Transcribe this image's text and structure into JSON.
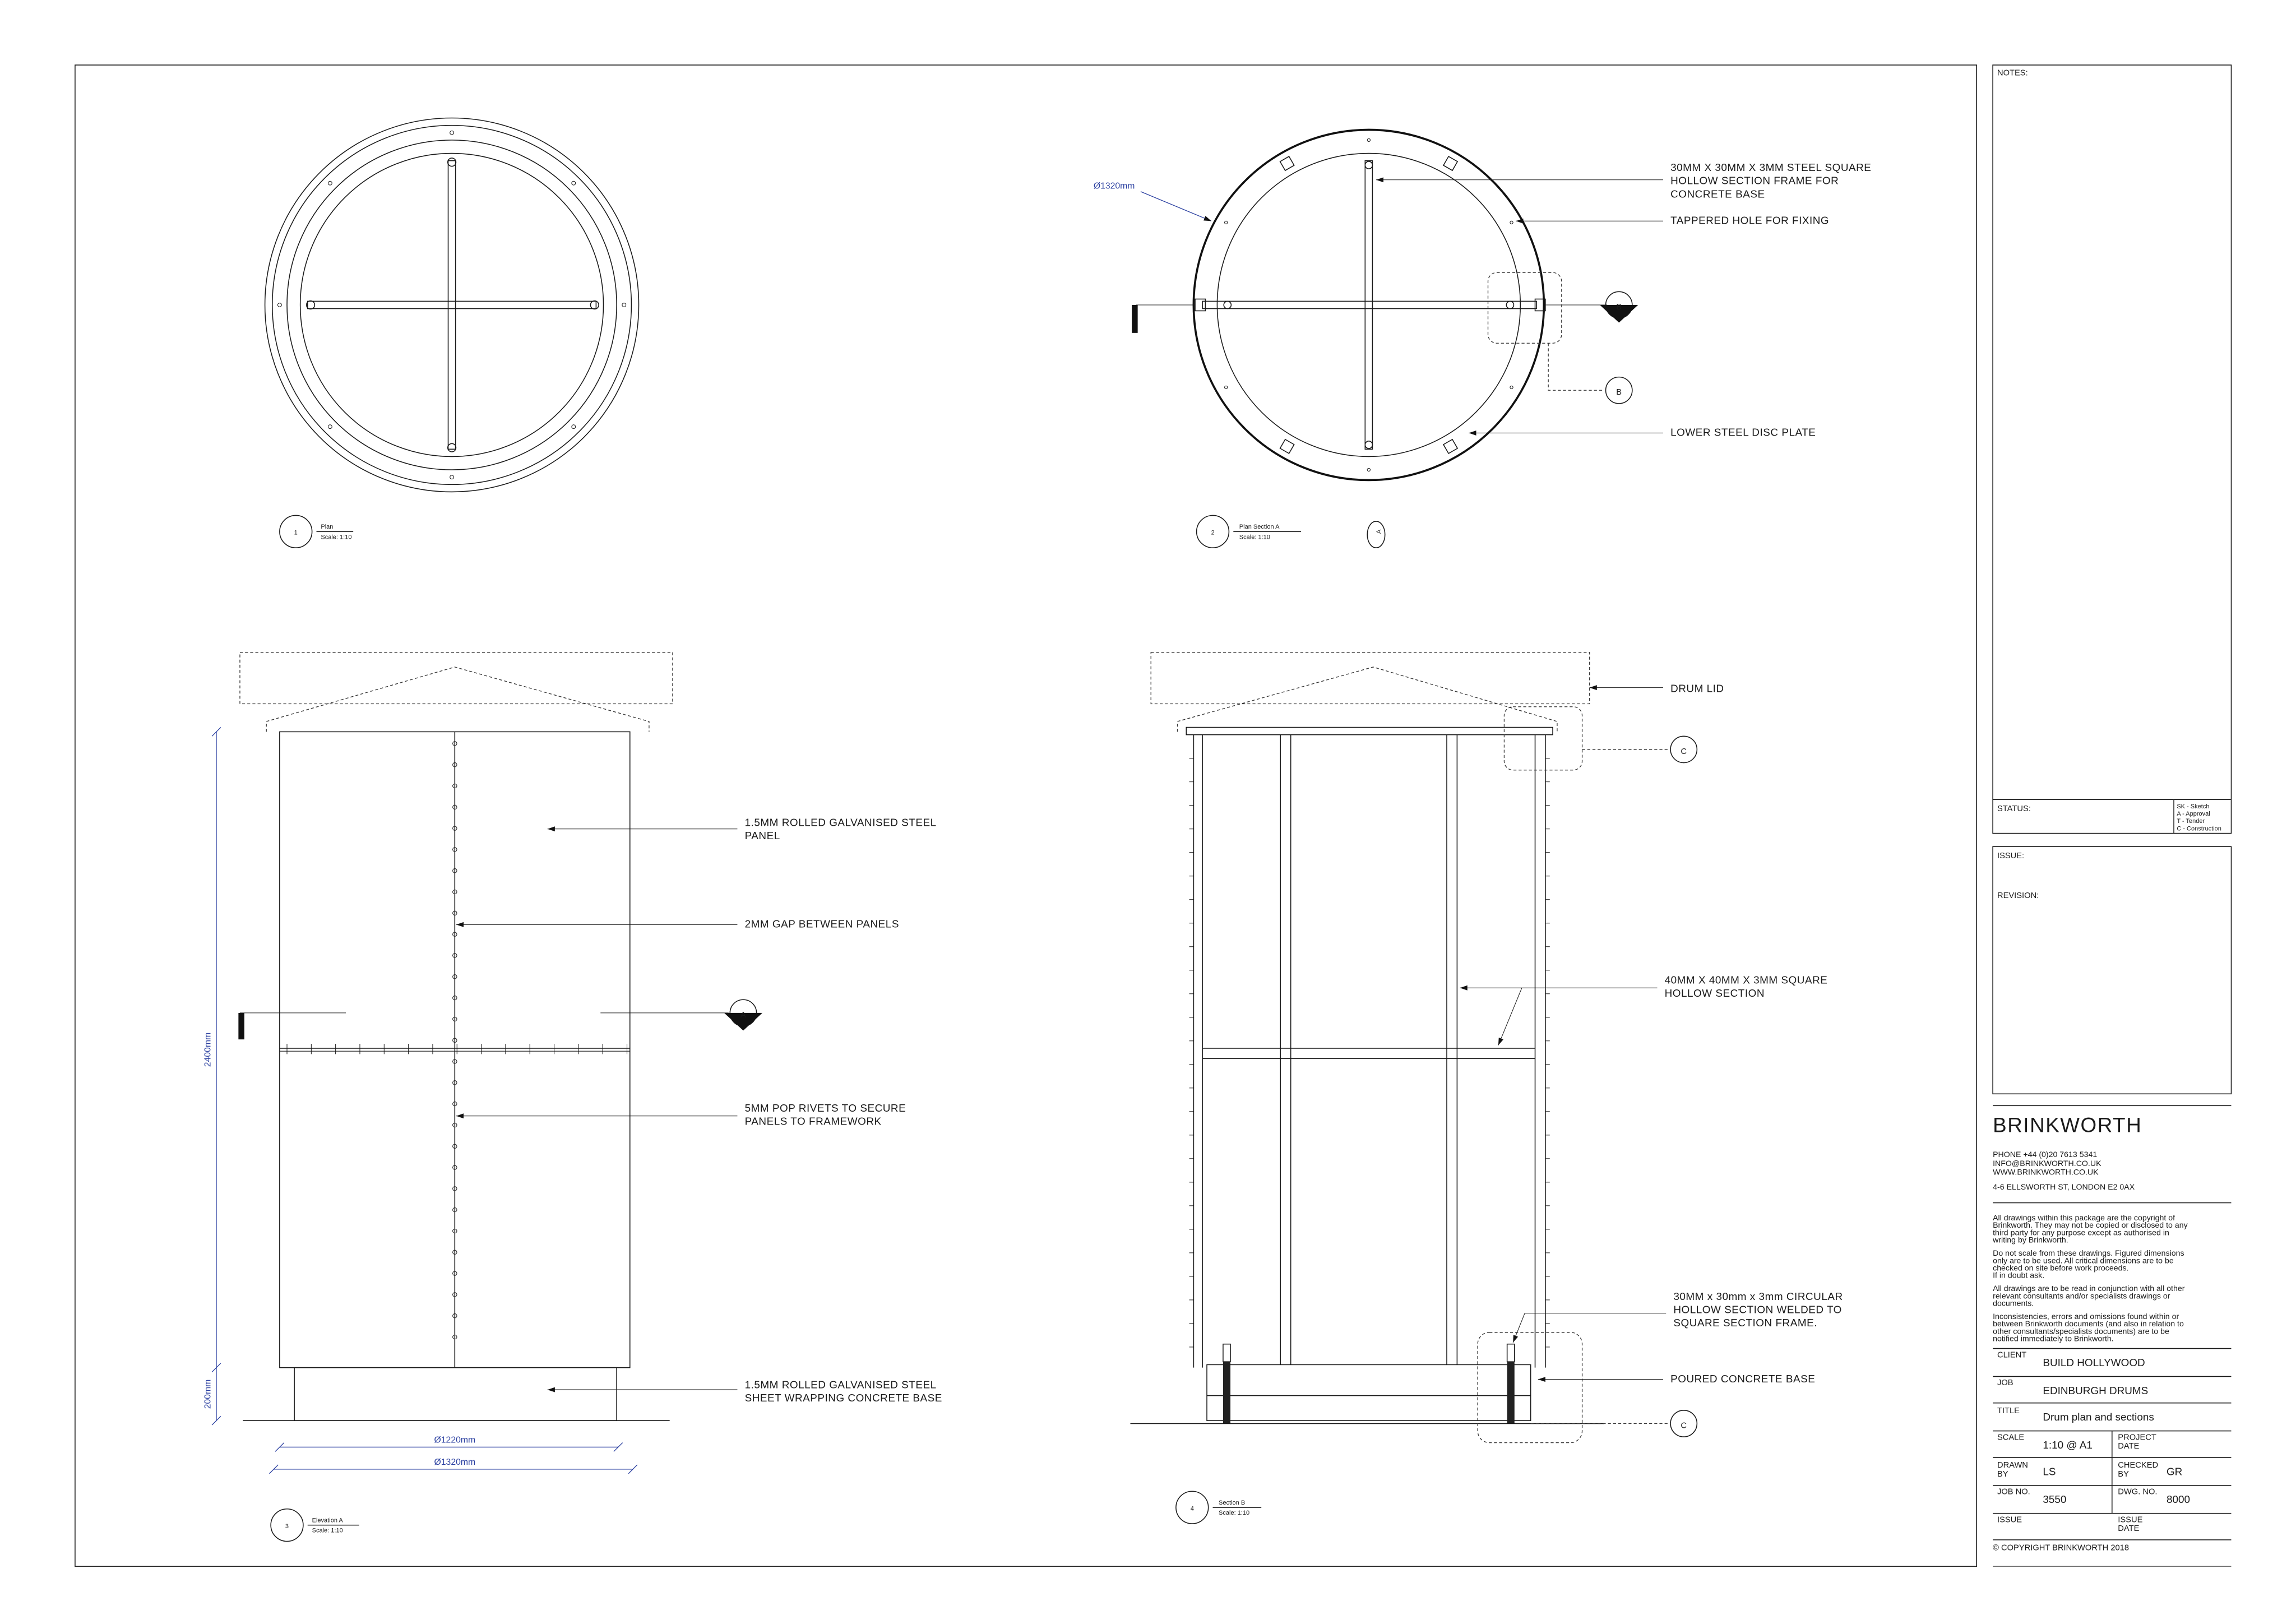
{
  "sheet": {
    "notes_label": "NOTES:",
    "status_label": "STATUS:",
    "status_legend": [
      "SK - Sketch",
      "A  - Approval",
      "T  - Tender",
      "C  - Construction"
    ],
    "issue_label": "ISSUE:",
    "revision_label": "REVISION:"
  },
  "company": {
    "name": "BRINKWORTH",
    "phone": "PHONE +44 (0)20 7613 5341",
    "email": "INFO@BRINKWORTH.CO.UK",
    "web": "WWW.BRINKWORTH.CO.UK",
    "address": "4-6 ELLSWORTH ST, LONDON E2 0AX"
  },
  "disclaimers": [
    [
      "All drawings within this package are the copyright of",
      "Brinkworth. They may not be copied or disclosed to any",
      "third party for any purpose except as authorised in",
      "writing by Brinkworth."
    ],
    [
      "Do not scale from these drawings. Figured dimensions",
      "only are to be used. All critical dimensions are to be",
      "checked on site before work proceeds.",
      "If in doubt ask."
    ],
    [
      "All drawings are to be read in conjunction with all other",
      "relevant consultants and/or specialists drawings or",
      "documents."
    ],
    [
      "Inconsistencies, errors and omissions found within or",
      "between Brinkworth documents (and also in relation to",
      "other consultants/specialists documents) are to be",
      "notified immediately to Brinkworth."
    ]
  ],
  "title_block": {
    "client_label": "CLIENT",
    "client": "BUILD HOLLYWOOD",
    "job_label": "JOB",
    "job": "EDINBURGH DRUMS",
    "title_label": "TITLE",
    "title": "Drum plan and sections",
    "scale_label": "SCALE",
    "scale": "1:10 @ A1",
    "project_date_label": [
      "PROJECT",
      "DATE"
    ],
    "drawn_by_label": [
      "DRAWN",
      "BY"
    ],
    "drawn_by": "LS",
    "checked_by_label": [
      "CHECKED",
      "BY"
    ],
    "checked_by": "GR",
    "job_no_label": "JOB NO.",
    "job_no": "3550",
    "dwg_no_label": "DWG. NO.",
    "dwg_no": "8000",
    "issue_label": "ISSUE",
    "issue_date_label": [
      "ISSUE",
      "DATE"
    ],
    "copyright": "© COPYRIGHT BRINKWORTH 2018"
  },
  "views": [
    {
      "number": "1",
      "title": "Plan",
      "scale": "Scale: 1:10"
    },
    {
      "number": "2",
      "title": "Plan Section A",
      "scale": "Scale: 1:10"
    },
    {
      "number": "3",
      "title": "Elevation A",
      "scale": "Scale: 1:10"
    },
    {
      "number": "4",
      "title": "Section B",
      "scale": "Scale: 1:10"
    }
  ],
  "section_markers": {
    "a": "A",
    "b": "B",
    "c": "C"
  },
  "annotations": {
    "plan_frame": [
      "30MM X 30MM X 3MM STEEL SQUARE",
      "HOLLOW SECTION FRAME FOR",
      "CONCRETE BASE"
    ],
    "plan_hole": "TAPPERED HOLE FOR FIXING",
    "plan_disc": "LOWER STEEL DISC PLATE",
    "elev_panel": [
      "1.5MM ROLLED GALVANISED STEEL",
      "PANEL"
    ],
    "elev_gap": "2MM  GAP BETWEEN PANELS",
    "elev_rivets": [
      "5MM POP RIVETS TO SECURE",
      "PANELS TO FRAMEWORK"
    ],
    "elev_base": [
      "1.5MM ROLLED GALVANISED STEEL",
      "SHEET WRAPPING CONCRETE BASE"
    ],
    "sect_lid": "DRUM LID",
    "sect_shs": [
      "40MM X 40MM X 3MM SQUARE",
      "HOLLOW SECTION"
    ],
    "sect_chs": [
      "30MM x 30mm x 3mm CIRCULAR",
      "HOLLOW SECTION WELDED TO",
      "SQUARE SECTION FRAME."
    ],
    "sect_base": "POURED CONCRETE  BASE"
  },
  "dimensions": {
    "plan_dia": "Ø1320mm",
    "height": "2400mm",
    "base_height": "200mm",
    "inner_dia": "Ø1220mm",
    "outer_dia": "Ø1320mm"
  },
  "colors": {
    "line": "#1a1a1a",
    "dimension": "#2a3fa0"
  }
}
